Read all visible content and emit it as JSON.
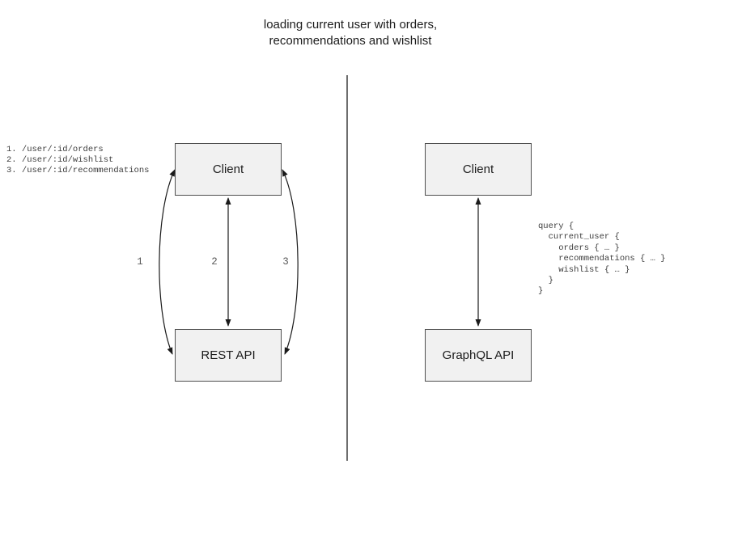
{
  "title": {
    "line1": "loading current user with orders,",
    "line2": "recommendations and wishlist"
  },
  "rest_diagram": {
    "client_label": "Client",
    "api_label": "REST API",
    "endpoints": [
      "1. /user/:id/orders",
      "2. /user/:id/wishlist",
      "3. /user/:id/recommendations"
    ],
    "arrow_labels": [
      "1",
      "2",
      "3"
    ]
  },
  "graphql_diagram": {
    "client_label": "Client",
    "api_label": "GraphQL API",
    "query_lines": [
      "query {",
      "  current_user {",
      "    orders { … }",
      "    recommendations { … }",
      "    wishlist { … }",
      "  }",
      "}"
    ]
  },
  "colors": {
    "box_fill": "#f1f1f1",
    "box_border": "#4f4f4f",
    "arrow_line": "#1a1a1a",
    "divider": "#6e6e6e",
    "code_text": "#3d3d3d",
    "arrow_label_text": "#5a5a5a"
  }
}
